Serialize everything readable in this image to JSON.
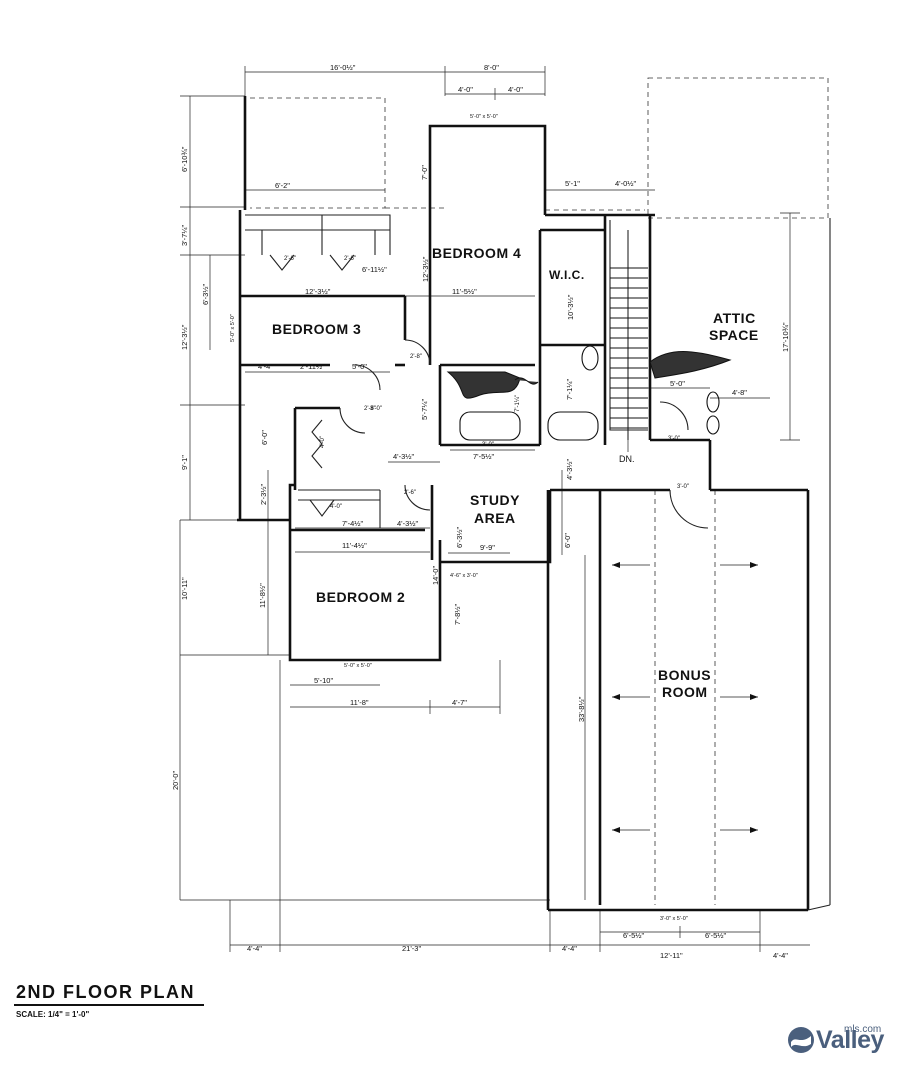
{
  "title": "2ND FLOOR PLAN",
  "scale": "SCALE: 1/4\" = 1'-0\"",
  "logo": {
    "name": "Valley",
    "sup": "mls.com",
    "color": "#4a5f7d"
  },
  "rooms": {
    "bedroom4": "BEDROOM 4",
    "bedroom3": "BEDROOM 3",
    "bedroom2": "BEDROOM 2",
    "wic": "W.I.C.",
    "attic_1": "ATTIC",
    "attic_2": "SPACE",
    "study_1": "STUDY",
    "study_2": "AREA",
    "bonus_1": "BONUS",
    "bonus_2": "ROOM",
    "dn": "DN."
  },
  "dims": {
    "d1": "16'-0½\"",
    "d2": "8'-0\"",
    "d3": "4'-0\"",
    "d4": "4'-0\"",
    "d5": "5'-0\" x 5'-0\"",
    "d6": "6'-10¾\"",
    "d7": "7'-0\"",
    "d8": "6'-2\"",
    "d9": "5'-1\"",
    "d10": "4'-0½\"",
    "d11": "3'-7¼\"",
    "d12": "2'-6\"",
    "d13": "2'-6\"",
    "d14": "6'-11½\"",
    "d15": "12'-3½\"",
    "d16": "12'-3½\"",
    "d17": "11'-5½\"",
    "d18": "6'-3½\"",
    "d19": "5'-0\" x 5'-0\"",
    "d20": "12'-3½\"",
    "d21": "10'-3½\"",
    "d22": "17'-10¾\"",
    "d23": "4'-4\"",
    "d24": "2'-11½\"",
    "d25": "5'-0\"",
    "d26": "2'-8\"",
    "d27": "7'-1¼\"",
    "d28": "5'-0\"",
    "d29": "4'-8\"",
    "d30": "2'-6\"",
    "d31": "5'-7¼\"",
    "d32": "7'-1¼\"",
    "d33": "6'-0\"",
    "d34": "4'-0\"",
    "d35": "3'-0\"",
    "d36": "4'-3½\"",
    "d37": "7'-5½\"",
    "d38": "3'-0\"",
    "d39": "9'-1\"",
    "d40": "4'-3½\"",
    "d41": "2'-3½\"",
    "d42": "2'-6\"",
    "d43": "4'-0\"",
    "d44": "7'-4½\"",
    "d45": "4'-3½\"",
    "d46": "6'-3½\"",
    "d47": "6'-0\"",
    "d48": "11'-4½\"",
    "d49": "9'-9\"",
    "d50": "4'-6\" x 3'-0\"",
    "d51": "14'-0\"",
    "d52": "11'-8½\"",
    "d53": "7'-8½\"",
    "d54": "10'-11\"",
    "d55": "5'-0\" x 5'-0\"",
    "d56": "5'-10\"",
    "d57": "11'-8\"",
    "d58": "4'-7\"",
    "d59": "33'-8½\"",
    "d60": "20'-0\"",
    "d61": "3'-0\" x 5'-0\"",
    "d62": "6'-5½\"",
    "d63": "6'-5½\"",
    "d64": "4'-4\"",
    "d65": "21'-3\"",
    "d66": "4'-4\"",
    "d67": "12'-11\"",
    "d68": "4'-4\"",
    "d69": "3'-0\"",
    "d70": "3'-0\""
  }
}
